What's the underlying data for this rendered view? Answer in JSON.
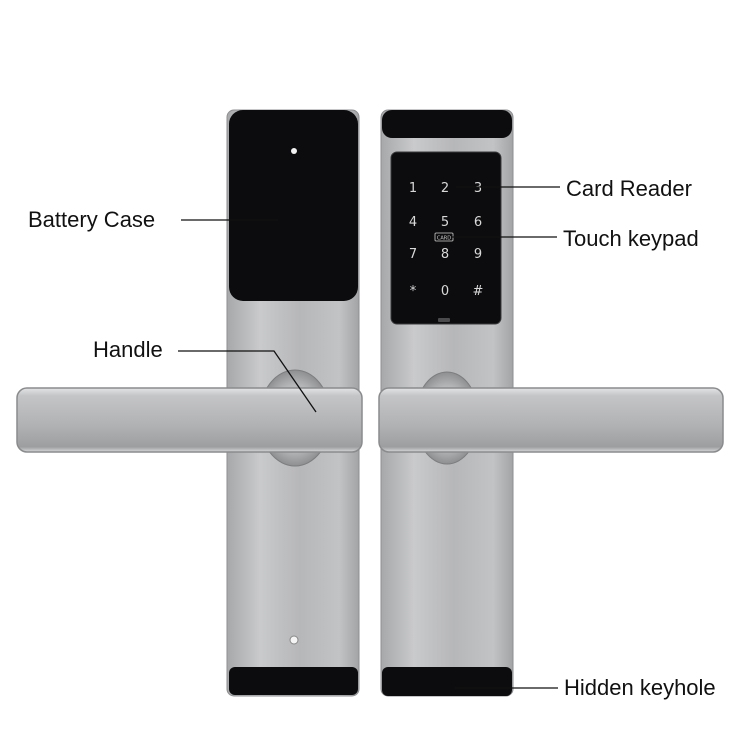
{
  "labels": {
    "battery_case": "Battery Case",
    "handle": "Handle",
    "card_reader": "Card Reader",
    "touch_keypad": "Touch keypad",
    "hidden_keyhole": "Hidden keyhole"
  },
  "keypad": {
    "keys": [
      "1",
      "2",
      "3",
      "4",
      "5",
      "6",
      "7",
      "8",
      "9",
      "*",
      "0",
      "#"
    ],
    "card_tag": "CARD"
  },
  "colors": {
    "steel": "#b9babc",
    "black_panel": "#0c0c0e",
    "leader_line": "#111111",
    "key_text": "#d9d9d9"
  }
}
